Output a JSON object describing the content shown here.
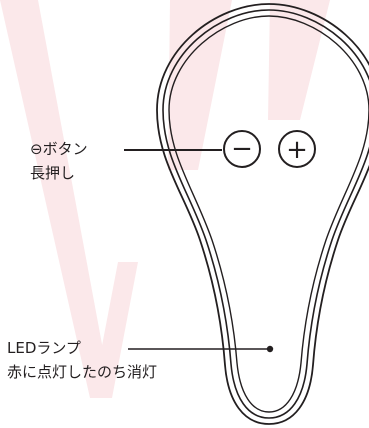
{
  "diagram": {
    "minus_button_label": "⊖ボタン",
    "minus_button_action": "長押し",
    "led_label": "LEDランプ",
    "led_description": "赤に点灯したのち消灯",
    "minus_symbol": "−",
    "plus_symbol": "+"
  },
  "colors": {
    "outline": "#231f20",
    "background": "#ffffff",
    "watermark": "#fbe8ea"
  },
  "icons": {
    "minus_button": "minus-circle-icon",
    "plus_button": "plus-circle-icon",
    "led": "led-dot-icon"
  }
}
